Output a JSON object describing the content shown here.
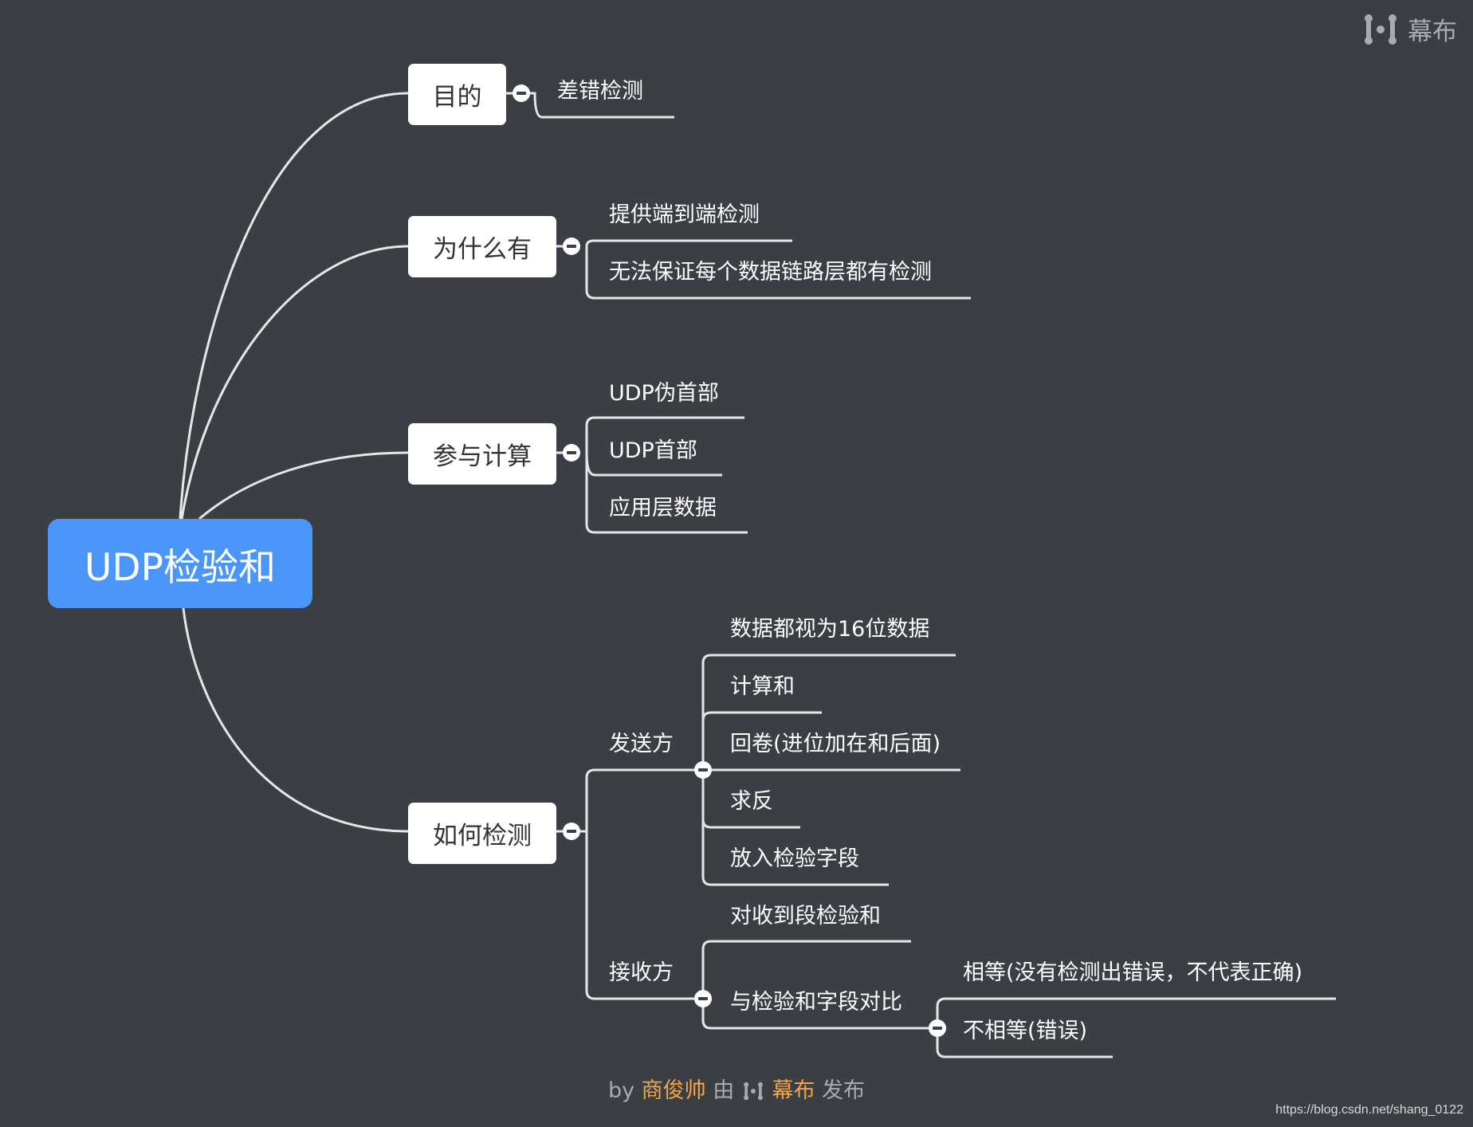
{
  "brand": {
    "logo_text": "幕布"
  },
  "root": {
    "label": "UDP检验和"
  },
  "branches": {
    "purpose": {
      "label": "目的",
      "children": [
        "差错检测"
      ]
    },
    "why": {
      "label": "为什么有",
      "children": [
        "提供端到端检测",
        "无法保证每个数据链路层都有检测"
      ]
    },
    "participants": {
      "label": "参与计算",
      "children": [
        "UDP伪首部",
        "UDP首部",
        "应用层数据"
      ]
    },
    "how": {
      "label": "如何检测",
      "sender": {
        "label": "发送方",
        "children": [
          "数据都视为16位数据",
          "计算和",
          "回卷(进位加在和后面)",
          "求反",
          "放入检验字段"
        ]
      },
      "receiver": {
        "label": "接收方",
        "children": [
          "对收到段检验和",
          "与检验和字段对比"
        ],
        "compare": [
          "相等(没有检测出错误，不代表正确)",
          "不相等(错误)"
        ]
      }
    }
  },
  "footer": {
    "by": "by",
    "author": "商俊帅",
    "via": "由",
    "platform": "幕布",
    "published": "发布"
  },
  "watermark": "https://blog.csdn.net/shang_0122"
}
